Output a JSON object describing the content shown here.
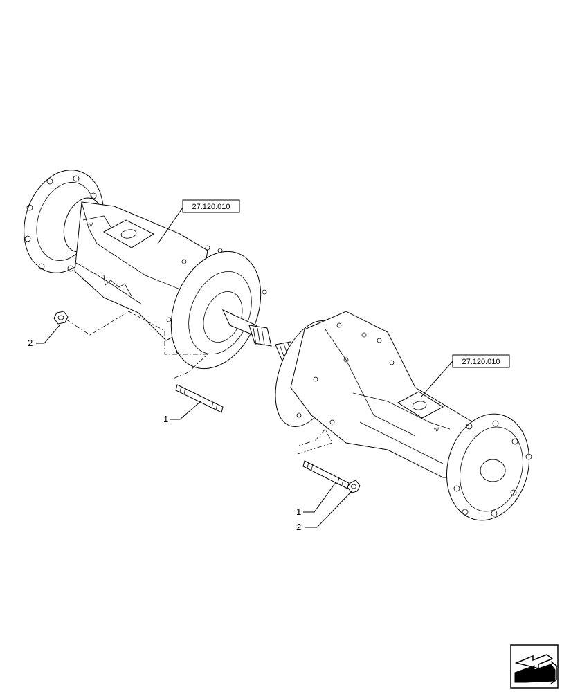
{
  "references": {
    "left_axle": "27.120.010",
    "right_axle": "27.120.010"
  },
  "callouts": {
    "stud_left": "1",
    "nut_left": "2",
    "stud_right": "1",
    "nut_right": "2"
  },
  "icons": {
    "nav_arrow": "view-direction-arrow-icon"
  }
}
